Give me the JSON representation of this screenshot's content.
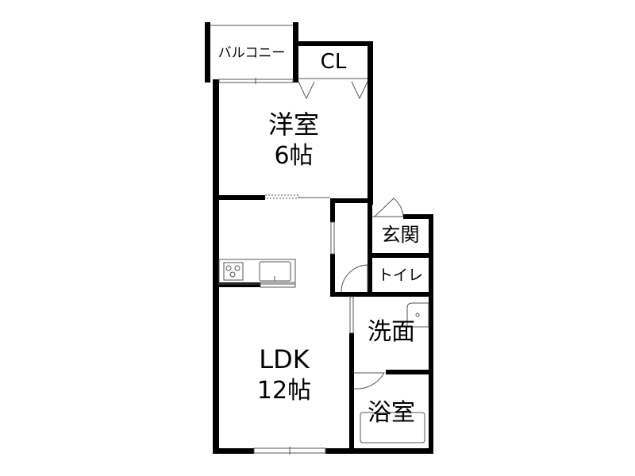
{
  "rooms": {
    "balcony": {
      "name": "バルコニー"
    },
    "closet": {
      "name": "CL"
    },
    "western_room": {
      "name": "洋室",
      "size": "6帖"
    },
    "ldk": {
      "name": "LDK",
      "size": "12帖"
    },
    "entrance": {
      "name": "玄関"
    },
    "toilet": {
      "name": "トイレ"
    },
    "washroom": {
      "name": "洗面"
    },
    "bathroom": {
      "name": "浴室"
    }
  },
  "colors": {
    "wall": "#000000",
    "fixture": "#555555",
    "background": "#ffffff"
  }
}
